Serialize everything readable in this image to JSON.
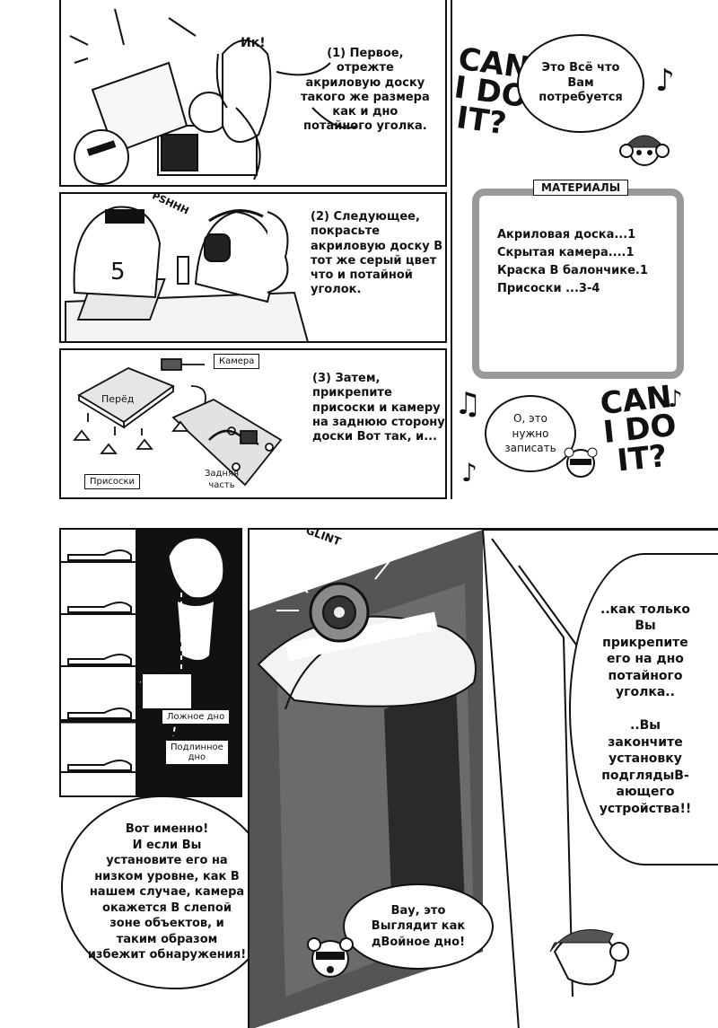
{
  "page": {
    "background": "#ffffff",
    "ink": "#111111"
  },
  "panel1": {
    "sfx_ik": "Ик!",
    "caption": "(1) Первое,\nотрежте\nакриловую доску\nтакого же размера\nкак и дно\nпотайного уголка."
  },
  "panel2": {
    "sfx_pshhh": "PSHHH",
    "caption": "(2) Следующее,\nпокрасьте\nакриловую доску В\nтот же серый цвет\nчто и потайной\nуголок."
  },
  "panel3": {
    "label_front": "Перёд",
    "label_camera": "Камера",
    "label_suction": "Присоски",
    "label_back": "Задняя\nчасть",
    "caption": "(3) Затем,\nприкрепите\nприсоски и камеру\nна заднюю сторону\nдоски Вот так, и..."
  },
  "sidebar": {
    "can_i_do_it_top": "CAN\nI DO\nIT?",
    "bubble_all_you_need": "Это Всё что\nВам\nпотребуется",
    "materials_title": "МАТЕРИАЛЫ",
    "materials": [
      "Акриловая доска...1",
      "Скрытая камера....1",
      "Краска В балончике.1",
      "Присоски ...3-4"
    ],
    "can_i_do_it_bottom": "CAN\nI DO\nIT?",
    "bubble_note": "О, это\nнужно\nзаписать"
  },
  "panel4": {
    "label_false_bottom": "Ложное дно",
    "label_true_bottom": "Подлинное\nдно",
    "bubble_exactly": "Вот именно!\nИ если Вы\nустановите его на\nнизком уровне, как В\nнашем случае, камера\nокажется В слепой\nзоне объектов, и\nтаким образом\nизбежит обнаружения!"
  },
  "panel5": {
    "sfx_glint": "GLINT",
    "bubble_once": "..как только\nВы\nприкрепите\nего на дно\nпотайного\nуголка..\n\n..Вы\nзакончите\nустановку\nподглядыВ-\nающего\nустройства!!",
    "bubble_wow": "Вау, это\nВыглядит как\nдВойное дно!"
  }
}
